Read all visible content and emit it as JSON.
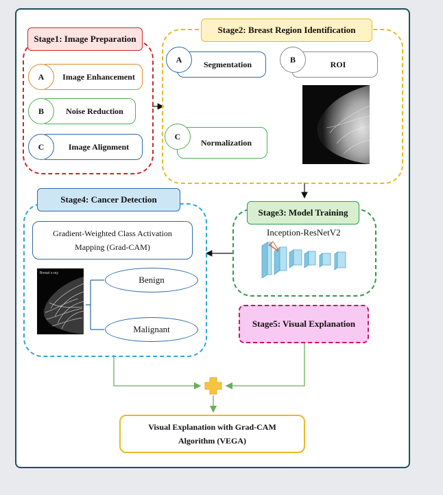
{
  "stage1": {
    "title": "Stage1: Image Preparation",
    "items": [
      {
        "letter": "A",
        "label": "Image Enhancement"
      },
      {
        "letter": "B",
        "label": "Noise Reduction"
      },
      {
        "letter": "C",
        "label": "Image Alignment"
      }
    ]
  },
  "stage2": {
    "title": "Stage2: Breast Region Identification",
    "items": [
      {
        "letter": "A",
        "label": "Segmentation"
      },
      {
        "letter": "B",
        "label": "ROI"
      },
      {
        "letter": "C",
        "label": "Normalization"
      }
    ]
  },
  "stage3": {
    "title": "Stage3: Model Training",
    "model": "Inception-ResNetV2"
  },
  "stage4": {
    "title": "Stage4: Cancer Detection",
    "gradcam": [
      "Gradient-Weighted Class Activation",
      "Mapping (Grad-CAM)"
    ],
    "image_caption": "Breast x-ray",
    "classes": [
      "Benign",
      "Malignant"
    ]
  },
  "stage5": {
    "title": "Stage5: Visual Explanation"
  },
  "output": {
    "lines": [
      "Visual Explanation with Grad-CAM",
      "Algorithm (VEGA)"
    ]
  },
  "colors": {
    "frame": "#1f4e5f",
    "stage1": "#c62828",
    "stage2": "#e8b923",
    "stage3": "#2e9a48",
    "stage4": "#29a8d8",
    "stage5": "#c2185b",
    "orange": "#e08a2e",
    "green": "#4caf50",
    "blue": "#2e6aa8",
    "gray": "#8a8a8a",
    "plus": "#f5c542"
  }
}
